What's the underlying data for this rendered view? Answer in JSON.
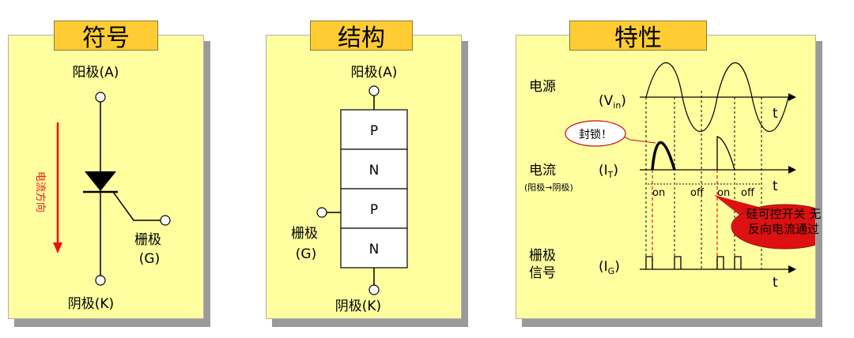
{
  "symbol_panel": {
    "title": "符号",
    "anode": "阳极(A)",
    "cathode": "阴极(K)",
    "gate_line1": "栅极",
    "gate_line2": "(G)",
    "current_direction": "电流方向"
  },
  "structure_panel": {
    "title": "结构",
    "anode": "阳极(A)",
    "cathode": "阴极(K)",
    "gate_line1": "栅极",
    "gate_line2": "(G)",
    "layers": [
      "P",
      "N",
      "P",
      "N"
    ]
  },
  "characteristic_panel": {
    "title": "特性",
    "power_label": "电源",
    "vin_label": "(V",
    "vin_sub": "in",
    "vin_close": ")",
    "current_label": "电流",
    "current_sublabel": "(阳极→阴极)",
    "it_label": "(I",
    "it_sub": "T",
    "it_close": ")",
    "gate_line1": "栅极",
    "gate_line2": "信号",
    "ig_label": "(I",
    "ig_sub": "G",
    "ig_close": ")",
    "t_label": "t",
    "block_callout": "封锁！",
    "note_line1": "硅可控开关 无",
    "note_line2": "反向电流通过",
    "intervals": [
      "on",
      "off",
      "on",
      "off"
    ]
  },
  "colors": {
    "panel_bg": "#ffffa0",
    "title_bg": "#ffcc33",
    "arrow_red": "#ee1111",
    "callout_red": "#dd1111"
  }
}
